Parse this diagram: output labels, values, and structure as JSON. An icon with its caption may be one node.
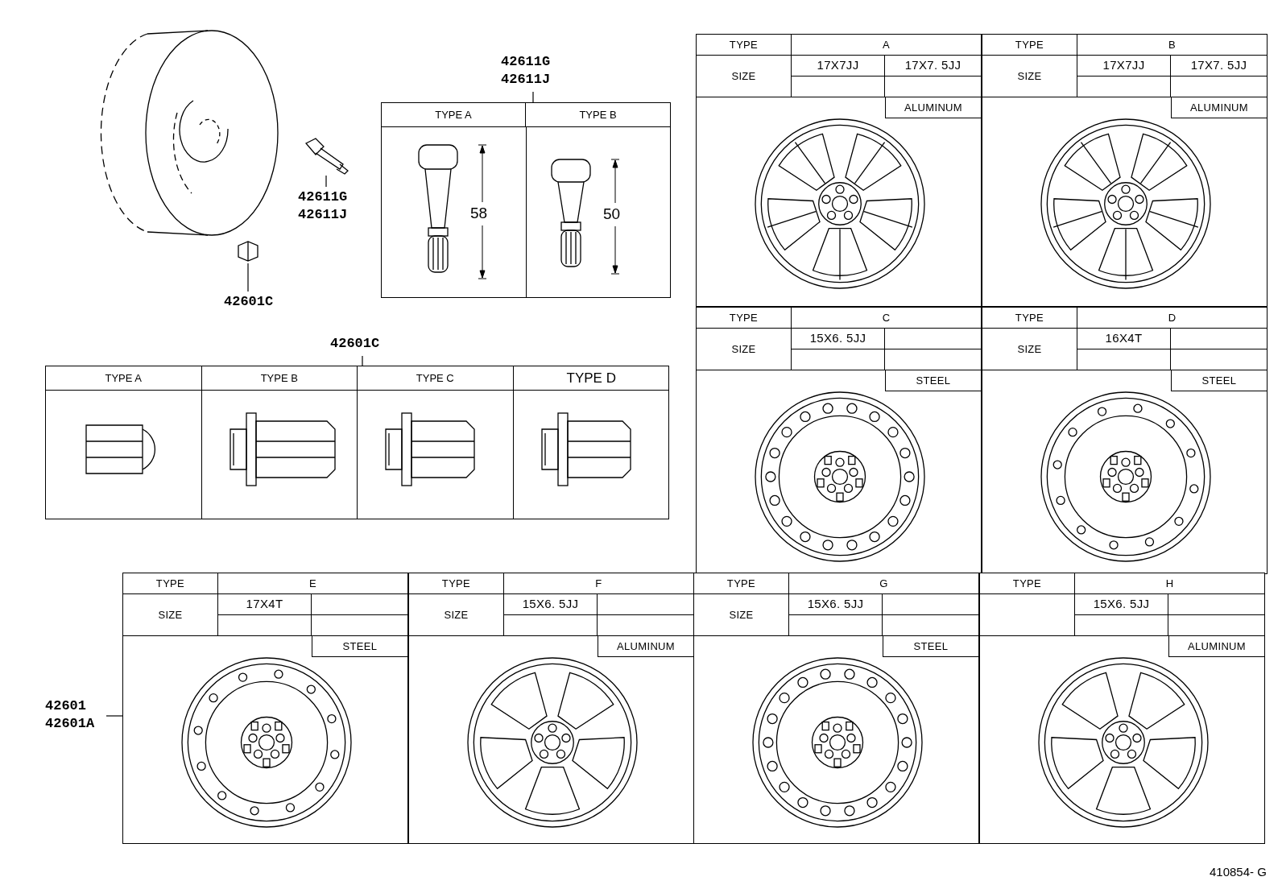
{
  "diagram": {
    "nodes": [
      {
        "text": [],
        "shape": "picture"
      },
      {
        "text": [
          "42611G 42611J"
        ]
      },
      {
        "text": [],
        "shape": "picture"
      },
      {
        "text": [
          "42601C"
        ]
      },
      {
        "text": [
          "42611G 42611J"
        ]
      },
      {
        "text": [],
        "shape": "box"
      },
      {
        "text": [
          "42601C"
        ]
      },
      {
        "text": [],
        "shape": "box"
      },
      {
        "text": [
          "42601 42601A"
        ]
      },
      {
        "text": [],
        "shape": "box"
      },
      {
        "text": [],
        "shape": "box"
      },
      {
        "text": [],
        "shape": "box"
      },
      {
        "text": [],
        "shape": "box"
      },
      {
        "text": [],
        "shape": "box"
      },
      {
        "text": [],
        "shape": "box"
      },
      {
        "text": [],
        "shape": "box"
      },
      {
        "text": [],
        "shape": "box"
      }
    ],
    "edges": [
      {
        "from": 1,
        "to": 0,
        "arrow": "none"
      },
      {
        "from": 3,
        "to": 2,
        "arrow": "none"
      },
      {
        "from": 4,
        "to": 5,
        "arrow": "none"
      },
      {
        "from": 6,
        "to": 7,
        "arrow": "none"
      },
      {
        "from": 8,
        "to": 9,
        "arrow": "none"
      }
    ],
    "labels": [
      "TYPE A",
      "TYPE B",
      "58",
      "50",
      "TYPE A",
      "TYPE B",
      "TYPE C",
      "TYPE D",
      "TYPE",
      "A",
      "SIZE",
      "17X7JJ",
      "17X7. 5JJ",
      "ALUMINUM",
      "TYPE",
      "B",
      "SIZE",
      "17X7JJ",
      "17X7. 5JJ",
      "ALUMINUM",
      "TYPE",
      "C",
      "SIZE",
      "15X6. 5JJ",
      "STEEL",
      "TYPE",
      "D",
      "SIZE",
      "16X4T",
      "STEEL",
      "TYPE",
      "E",
      "SIZE",
      "17X4T",
      "STEEL",
      "TYPE",
      "F",
      "SIZE",
      "15X6. 5JJ",
      "ALUMINUM",
      "TYPE",
      "G",
      "SIZE",
      "15X6. 5JJ",
      "STEEL",
      "TYPE",
      "H",
      "15X6. 5JJ",
      "ALUMINUM",
      "410854- G"
    ]
  }
}
